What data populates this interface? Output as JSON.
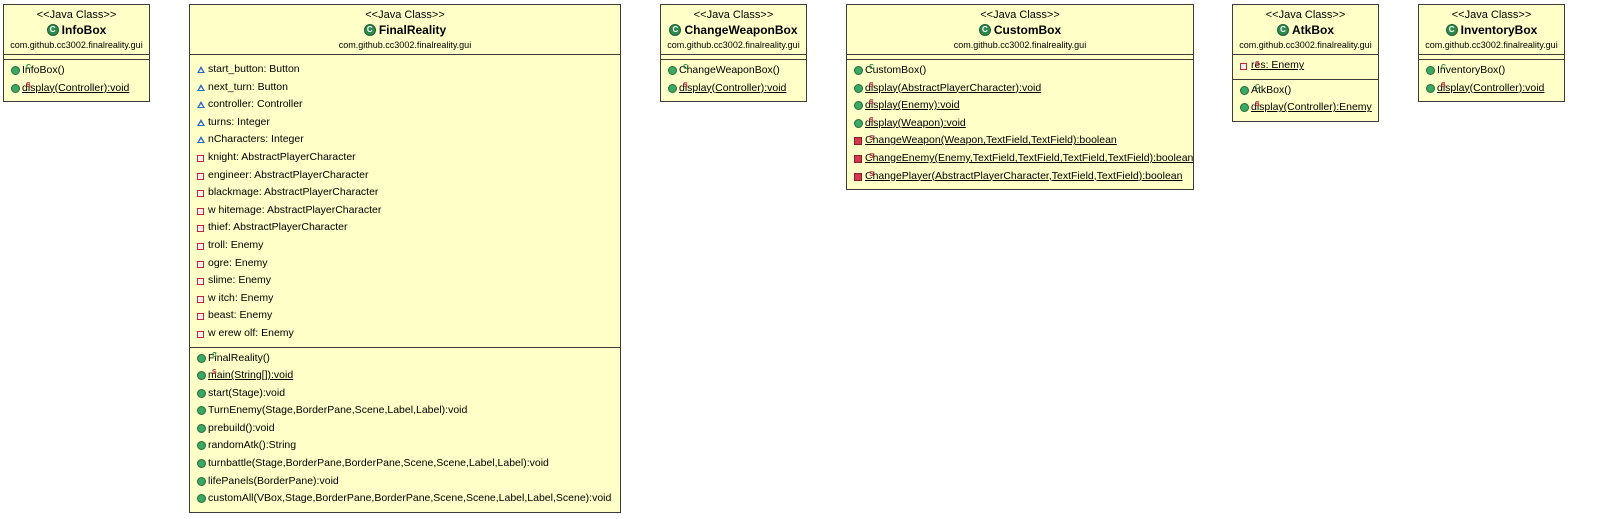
{
  "classes": {
    "infobox": {
      "stereotype": "<<Java Class>>",
      "name": "InfoBox",
      "package": "com.github.cc3002.finalreality.gui",
      "fields": [],
      "methods": [
        {
          "text": "InfoBox()",
          "visibility": "public",
          "modifier": "C",
          "static": false
        },
        {
          "text": "display(Controller):void",
          "visibility": "public",
          "modifier": "S",
          "static": true
        }
      ]
    },
    "finalreality": {
      "stereotype": "<<Java Class>>",
      "name": "FinalReality",
      "package": "com.github.cc3002.finalreality.gui",
      "fields": [
        {
          "text": "start_button: Button",
          "visibility": "package"
        },
        {
          "text": "next_turn: Button",
          "visibility": "package"
        },
        {
          "text": "controller: Controller",
          "visibility": "package"
        },
        {
          "text": "turns: Integer",
          "visibility": "package"
        },
        {
          "text": "nCharacters: Integer",
          "visibility": "package"
        },
        {
          "text": "knight: AbstractPlayerCharacter",
          "visibility": "private"
        },
        {
          "text": "engineer: AbstractPlayerCharacter",
          "visibility": "private"
        },
        {
          "text": "blackmage: AbstractPlayerCharacter",
          "visibility": "private"
        },
        {
          "text": "w hitemage: AbstractPlayerCharacter",
          "visibility": "private"
        },
        {
          "text": "thief: AbstractPlayerCharacter",
          "visibility": "private"
        },
        {
          "text": "troll: Enemy",
          "visibility": "private"
        },
        {
          "text": "ogre: Enemy",
          "visibility": "private"
        },
        {
          "text": "slime: Enemy",
          "visibility": "private"
        },
        {
          "text": "w itch: Enemy",
          "visibility": "private"
        },
        {
          "text": "beast: Enemy",
          "visibility": "private"
        },
        {
          "text": "w erew olf: Enemy",
          "visibility": "private"
        }
      ],
      "methods": [
        {
          "text": "FinalReality()",
          "visibility": "public",
          "modifier": "C",
          "static": false
        },
        {
          "text": "main(String[]):void",
          "visibility": "public",
          "modifier": "S",
          "static": true
        },
        {
          "text": "start(Stage):void",
          "visibility": "public",
          "modifier": "",
          "static": false
        },
        {
          "text": "TurnEnemy(Stage,BorderPane,Scene,Label,Label):void",
          "visibility": "public",
          "modifier": "",
          "static": false
        },
        {
          "text": "prebuild():void",
          "visibility": "public",
          "modifier": "",
          "static": false
        },
        {
          "text": "randomAtk():String",
          "visibility": "public",
          "modifier": "",
          "static": false
        },
        {
          "text": "turnbattle(Stage,BorderPane,BorderPane,Scene,Scene,Label,Label):void",
          "visibility": "public",
          "modifier": "",
          "static": false
        },
        {
          "text": "lifePanels(BorderPane):void",
          "visibility": "public",
          "modifier": "",
          "static": false
        },
        {
          "text": "customAll(VBox,Stage,BorderPane,BorderPane,Scene,Scene,Label,Label,Scene):void",
          "visibility": "public",
          "modifier": "",
          "static": false
        }
      ]
    },
    "changeweaponbox": {
      "stereotype": "<<Java Class>>",
      "name": "ChangeWeaponBox",
      "package": "com.github.cc3002.finalreality.gui",
      "fields": [],
      "methods": [
        {
          "text": "ChangeWeaponBox()",
          "visibility": "public",
          "modifier": "C",
          "static": false
        },
        {
          "text": "display(Controller):void",
          "visibility": "public",
          "modifier": "S",
          "static": true
        }
      ]
    },
    "custombox": {
      "stereotype": "<<Java Class>>",
      "name": "CustomBox",
      "package": "com.github.cc3002.finalreality.gui",
      "fields": [],
      "methods": [
        {
          "text": "CustomBox()",
          "visibility": "public",
          "modifier": "C",
          "static": false
        },
        {
          "text": "display(AbstractPlayerCharacter):void",
          "visibility": "public",
          "modifier": "S",
          "static": true
        },
        {
          "text": "display(Enemy):void",
          "visibility": "public",
          "modifier": "S",
          "static": true
        },
        {
          "text": "display(Weapon):void",
          "visibility": "public",
          "modifier": "S",
          "static": true
        },
        {
          "text": "ChangeWeapon(Weapon,TextField,TextField):boolean",
          "visibility": "private-filled",
          "modifier": "S",
          "static": true
        },
        {
          "text": "ChangeEnemy(Enemy,TextField,TextField,TextField,TextField):boolean",
          "visibility": "private-filled",
          "modifier": "S",
          "static": true
        },
        {
          "text": "ChangePlayer(AbstractPlayerCharacter,TextField,TextField):boolean",
          "visibility": "private-filled",
          "modifier": "S",
          "static": true
        }
      ]
    },
    "atkbox": {
      "stereotype": "<<Java Class>>",
      "name": "AtkBox",
      "package": "com.github.cc3002.finalreality.gui",
      "fields": [
        {
          "text": "res: Enemy",
          "visibility": "private",
          "modifier": "S",
          "static": true
        }
      ],
      "methods": [
        {
          "text": "AtkBox()",
          "visibility": "public",
          "modifier": "C",
          "static": false
        },
        {
          "text": "display(Controller):Enemy",
          "visibility": "public",
          "modifier": "S",
          "static": true
        }
      ]
    },
    "inventorybox": {
      "stereotype": "<<Java Class>>",
      "name": "InventoryBox",
      "package": "com.github.cc3002.finalreality.gui",
      "fields": [],
      "methods": [
        {
          "text": "InventoryBox()",
          "visibility": "public",
          "modifier": "C",
          "static": false
        },
        {
          "text": "display(Controller):void",
          "visibility": "public",
          "modifier": "S",
          "static": true
        }
      ]
    }
  }
}
